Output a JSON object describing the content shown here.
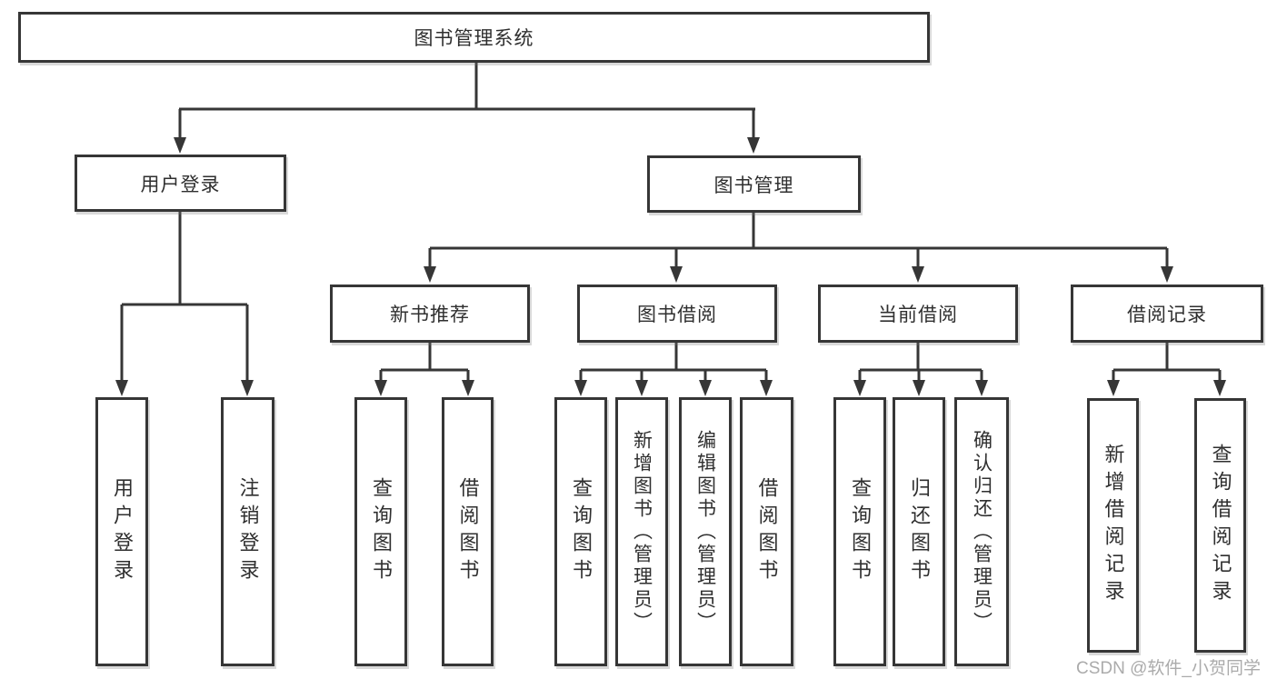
{
  "diagram_title": "图书管理系统",
  "nodes": {
    "root": "图书管理系统",
    "user_login": "用户登录",
    "book_mgmt": "图书管理",
    "new_books": "新书推荐",
    "book_borrow": "图书借阅",
    "current_borrow": "当前借阅",
    "borrow_records": "借阅记录",
    "ul_login": "用户登录",
    "ul_logout": "注销登录",
    "nb_query": "查询图书",
    "nb_borrow": "借阅图书",
    "bb_query": "查询图书",
    "bb_add": "新增图书（管理员）",
    "bb_edit": "编辑图书（管理员）",
    "bb_borrow": "借阅图书",
    "cb_query": "查询图书",
    "cb_return": "归还图书",
    "cb_confirm": "确认归还（管理员）",
    "br_add": "新增借阅记录",
    "br_query": "查询借阅记录"
  },
  "watermark": "CSDN @软件_小贺同学",
  "colors": {
    "line": "#363636",
    "text": "#2f2f2f",
    "box_background": "#ffffff",
    "watermark": "#ababab"
  }
}
